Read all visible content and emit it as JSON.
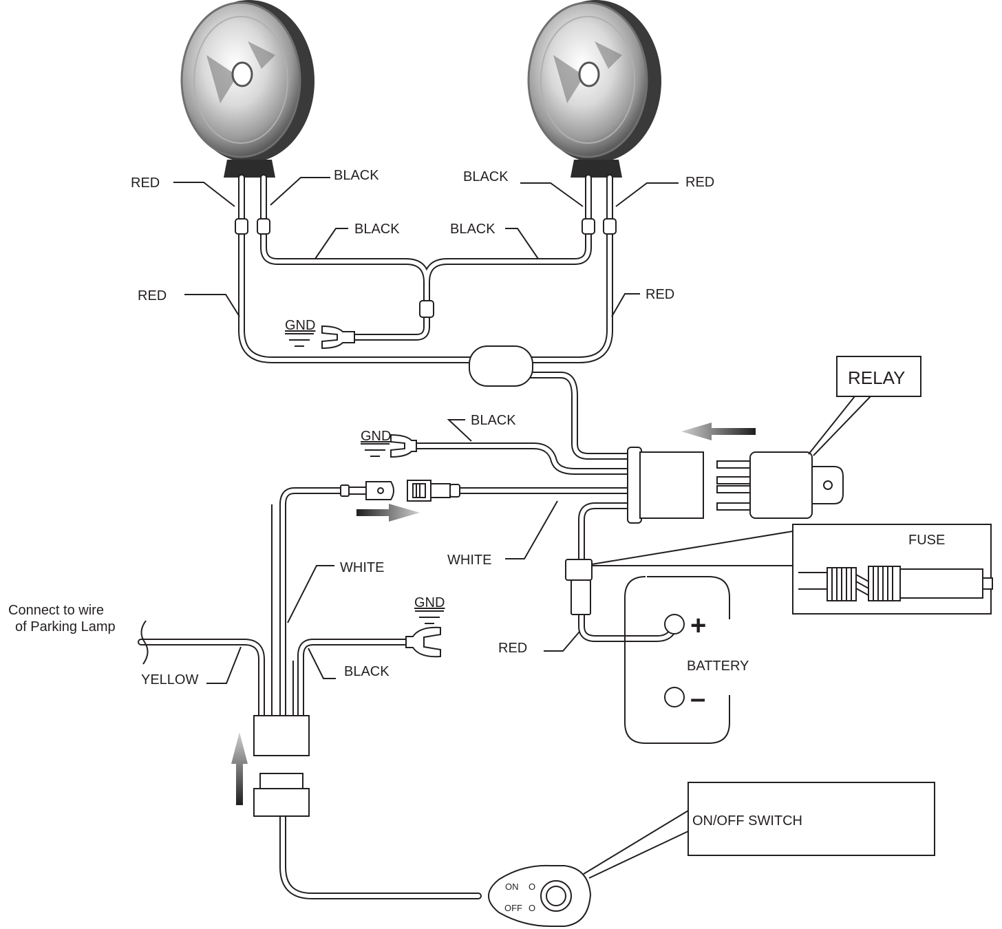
{
  "labels": {
    "lamp_left_red": "RED",
    "lamp_left_black": "BLACK",
    "lamp_right_black": "BLACK",
    "lamp_right_red": "RED",
    "ground_black_left": "BLACK",
    "ground_black_right": "BLACK",
    "harness_red_left": "RED",
    "harness_red_right": "RED",
    "gnd_top": "GND",
    "relay_gnd_black": "BLACK",
    "gnd_relay": "GND",
    "relay": "RELAY",
    "fuse": "FUSE",
    "white_right": "WHITE",
    "white_left": "WHITE",
    "gnd_switch": "GND",
    "battery_red": "RED",
    "battery": "BATTERY",
    "battery_plus": "+",
    "battery_minus": "–",
    "parking_line1": "Connect to wire",
    "parking_line2": "of Parking Lamp",
    "yellow": "YELLOW",
    "switch_black": "BLACK",
    "switch_callout": "ON/OFF SWITCH",
    "switch_on": "ON",
    "switch_off": "OFF",
    "switch_on_mark": "O",
    "switch_off_mark": "O"
  },
  "colors": {
    "ink": "#231f20",
    "paper": "#ffffff",
    "arrow_dark": "#2b2b2b",
    "arrow_light": "#c8c8c8"
  },
  "icons": [
    "fog-lamp-icon",
    "ground-symbol-icon",
    "ring-terminal-icon",
    "blade-connector-icon",
    "battery-icon",
    "switch-icon",
    "assembly-arrow-icon"
  ]
}
